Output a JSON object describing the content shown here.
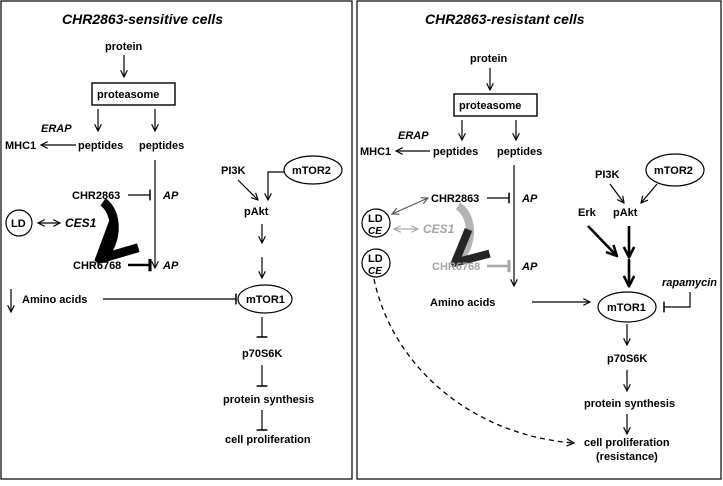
{
  "left": {
    "title": "CHR2863-sensitive cells",
    "protein": "protein",
    "proteasome": "proteasome",
    "mhc1": "MHC1",
    "erap": "ERAP",
    "peptides_a": "peptides",
    "peptides_b": "peptides",
    "chr2863": "CHR2863",
    "ap1": "AP",
    "ld": "LD",
    "ces1": "CES1",
    "chr6768": "CHR6768",
    "ap2": "AP",
    "amino_acids": "Amino acids",
    "pi3k": "PI3K",
    "mtor2": "mTOR2",
    "pakt": "pAkt",
    "mtor1": "mTOR1",
    "p70s6k": "p70S6K",
    "protein_synthesis": "protein synthesis",
    "cell_proliferation": "cell proliferation"
  },
  "right": {
    "title": "CHR2863-resistant  cells",
    "protein": "protein",
    "proteasome": "proteasome",
    "mhc1": "MHC1",
    "erap": "ERAP",
    "peptides_a": "peptides",
    "peptides_b": "peptides",
    "chr2863": "CHR2863",
    "ap1": "AP",
    "ld1": "LD",
    "ce1": "CE",
    "ld2": "LD",
    "ce2": "CE",
    "ces1": "CES1",
    "chr6768": "CHR6768",
    "ap2": "AP",
    "amino_acids": "Amino acids",
    "pi3k": "PI3K",
    "mtor2": "mTOR2",
    "erk": "Erk",
    "pakt": "pAkt",
    "rapamycin": "rapamycin",
    "mtor1": "mTOR1",
    "p70s6k": "p70S6K",
    "protein_synthesis": "protein synthesis",
    "cell_proliferation": "cell proliferation",
    "resistance": "(resistance)"
  },
  "colors": {
    "gray": "#a6a6a6",
    "dark_gray": "#555555",
    "black": "#000000"
  }
}
